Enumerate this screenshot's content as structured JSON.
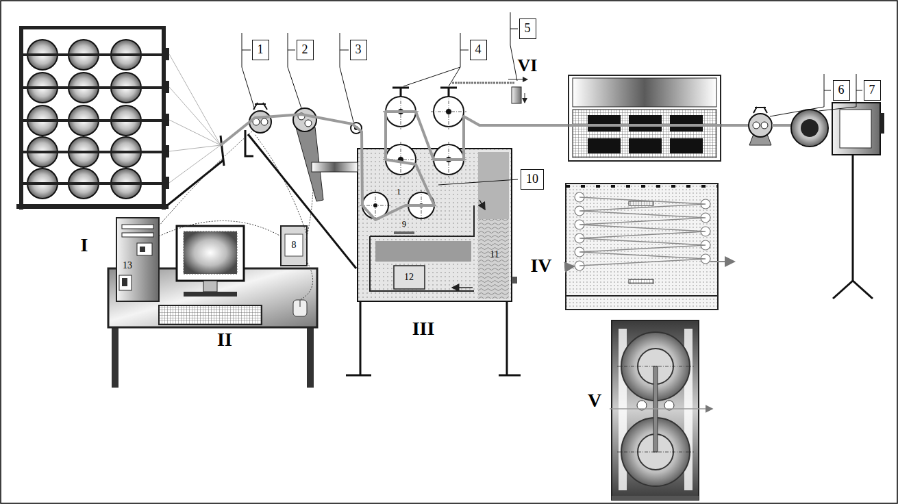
{
  "diagram": {
    "labels": [
      "1",
      "2",
      "3",
      "4",
      "5",
      "6",
      "7",
      "10",
      "VI",
      "I",
      "8",
      "13",
      "II",
      "1",
      "9",
      "11",
      "12",
      "III",
      "IV",
      "V"
    ]
  }
}
